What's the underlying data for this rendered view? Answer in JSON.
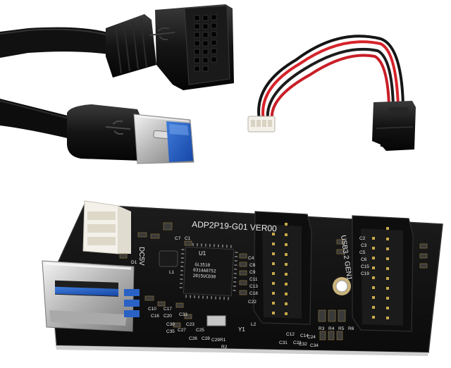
{
  "board": {
    "model_label": "ADP2P19-G01 VER00",
    "usb_label": "USB3.2 GEN1",
    "power_label": "DC5V",
    "chip_label": "U1",
    "crystal_label": "Y1",
    "chip_marking": [
      "GL3510",
      "0314A0752",
      "2015UCD30"
    ],
    "component_labels": [
      "C1",
      "C2",
      "C3",
      "C4",
      "C5",
      "C6",
      "C7",
      "C8",
      "C9",
      "C10",
      "C11",
      "C12",
      "C13",
      "C14",
      "C15",
      "C16",
      "C17",
      "C18",
      "C19",
      "C20",
      "C21",
      "C22",
      "C23",
      "C24",
      "C25",
      "C26",
      "C27",
      "C28",
      "C29",
      "C30",
      "C31",
      "C32",
      "C33",
      "C34",
      "C35",
      "L1",
      "L2",
      "R1",
      "R2",
      "R3",
      "R4",
      "R5",
      "R6",
      "D1"
    ]
  },
  "items": [
    "usb3-to-19pin-header-cable",
    "sata-to-4pin-power-cable",
    "pcb-adapter-board"
  ]
}
